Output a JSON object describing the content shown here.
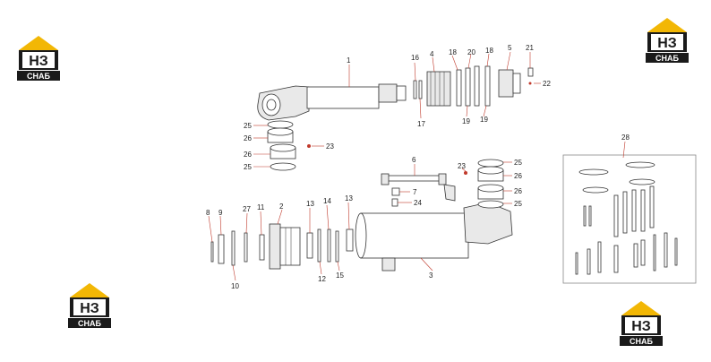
{
  "logo": {
    "letters": "НЗ",
    "caption": "СНАБ",
    "accent": "#f2b705",
    "dark": "#1a1a1a"
  },
  "callouts": [
    "1",
    "2",
    "3",
    "4",
    "5",
    "6",
    "7",
    "8",
    "9",
    "10",
    "11",
    "12",
    "13",
    "13",
    "14",
    "15",
    "16",
    "17",
    "18",
    "18",
    "19",
    "19",
    "20",
    "21",
    "22",
    "23",
    "23",
    "24",
    "25",
    "25",
    "25",
    "25",
    "26",
    "26",
    "26",
    "26",
    "27",
    "28"
  ],
  "colors": {
    "leader": "#c0392b",
    "outline": "#333333",
    "shade": "#e9e9e9"
  }
}
